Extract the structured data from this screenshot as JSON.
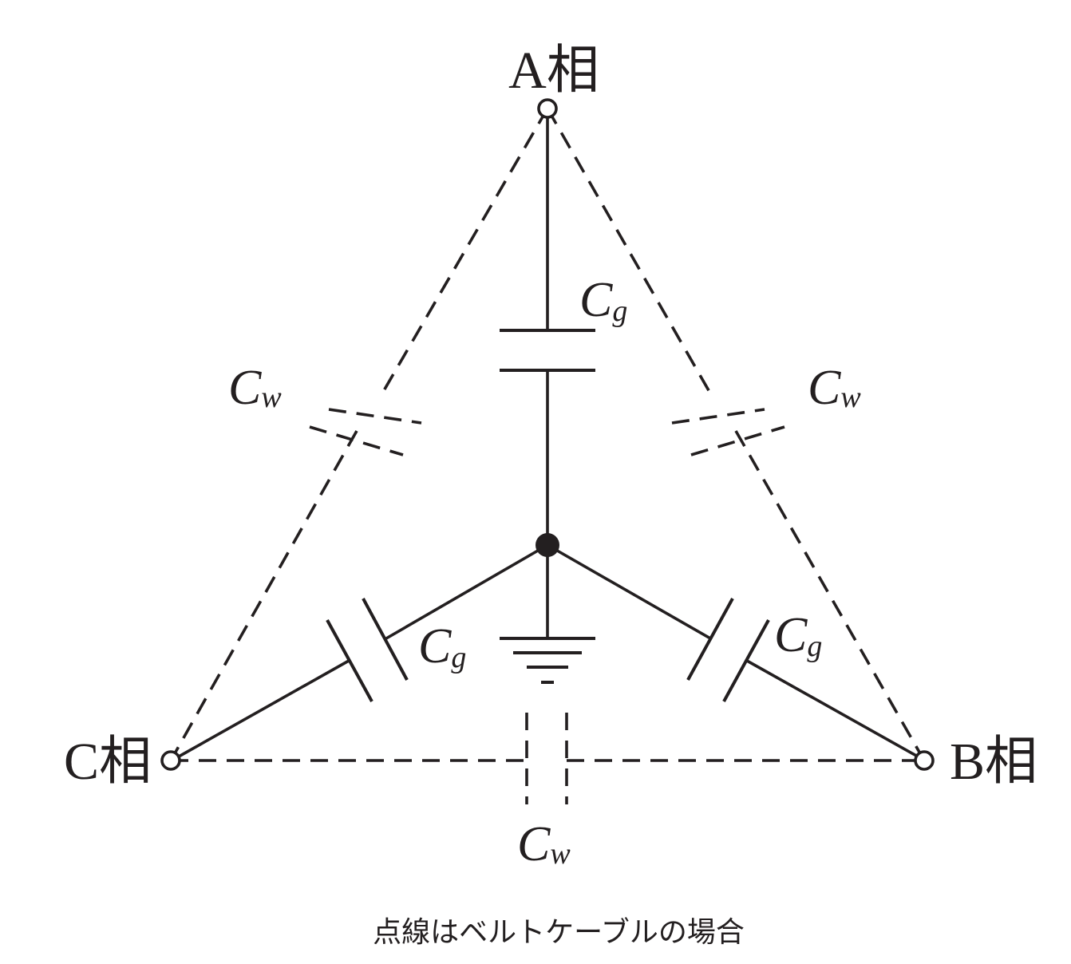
{
  "diagram": {
    "phases": {
      "a": "A相",
      "b": "B相",
      "c": "C相"
    },
    "capacitors": {
      "ground": {
        "main": "C",
        "sub": "g"
      },
      "between": {
        "main": "C",
        "sub": "w"
      }
    },
    "caption": "点線はベルトケーブルの場合",
    "colors": {
      "ink": "#231f20",
      "background": "#ffffff"
    }
  }
}
